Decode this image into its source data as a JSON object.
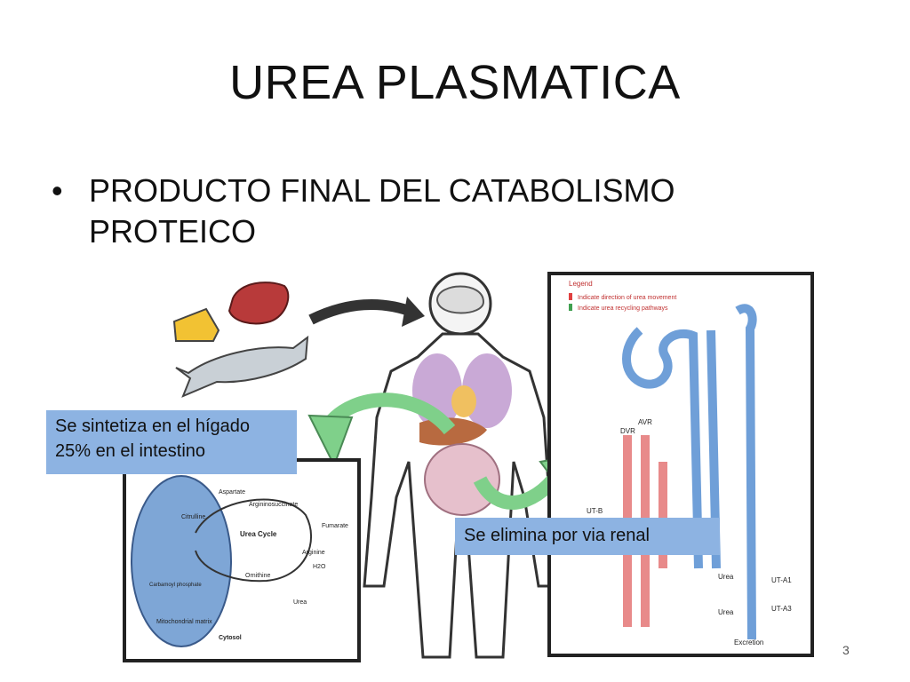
{
  "slide": {
    "title": "UREA PLASMATICA",
    "bullet_symbol": "•",
    "bullet_text": "PRODUCTO FINAL DEL CATABOLISMO PROTEICO",
    "callout_liver_line1": "Se sintetiza en el hígado",
    "callout_liver_line2": "25% en el intestino",
    "callout_renal": "Se elimina por via renal",
    "page_number": "3"
  },
  "urea_cycle_panel": {
    "labels": {
      "aspartate": "Aspartate",
      "argininosuccinate": "Argininosuccinate",
      "citrulline": "Citrulline",
      "fumarate": "Fumarate",
      "urea_cycle": "Urea Cycle",
      "arginine": "Arginine",
      "ornithine": "Ornithine",
      "h2o": "H2O",
      "urea": "Urea",
      "carbamoyl_phosphate": "Carbamoyl phosphate",
      "mitochondrial_matrix": "Mitochondrial matrix",
      "cytosol": "Cytosol"
    }
  },
  "kidney_panel": {
    "legend_title": "Legend",
    "legend_red": "Indicate direction of urea movement",
    "legend_green": "Indicate urea recycling pathways",
    "avr": "AVR",
    "dvr": "DVR",
    "utb": "UT-B",
    "urea1": "Urea",
    "urea2": "Urea",
    "uta1": "UT-A1",
    "uta3": "UT-A3",
    "excretion": "Excretion"
  },
  "colors": {
    "callout_bg": "#8db3e2",
    "green_arrow": "#7fd08a",
    "tubule_blue": "#6f9fd8",
    "vessel_red": "#e88a8a"
  }
}
